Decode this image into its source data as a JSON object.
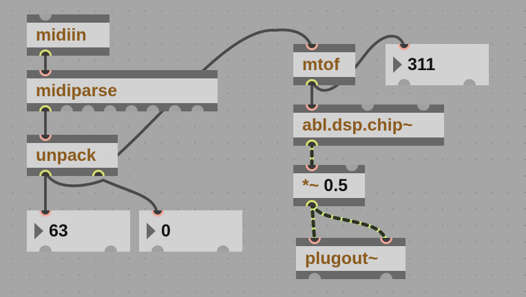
{
  "objects": {
    "midiin": "midiin",
    "midiparse": "midiparse",
    "unpack": "unpack",
    "mtof": "mtof",
    "chip": "abl.dsp.chip~",
    "mul_op": "*~",
    "mul_arg": "0.5",
    "plugout": "plugout~"
  },
  "numbers": {
    "note": "63",
    "velocity": "0",
    "freq": "311"
  },
  "colors": {
    "canvas": "#a6a6a6",
    "object": "#d2d2d2",
    "bar": "#686868",
    "label": "#8b5a1c",
    "signal": "#d8f080",
    "inlet": "#f0a898",
    "outlet": "#d8e070"
  }
}
